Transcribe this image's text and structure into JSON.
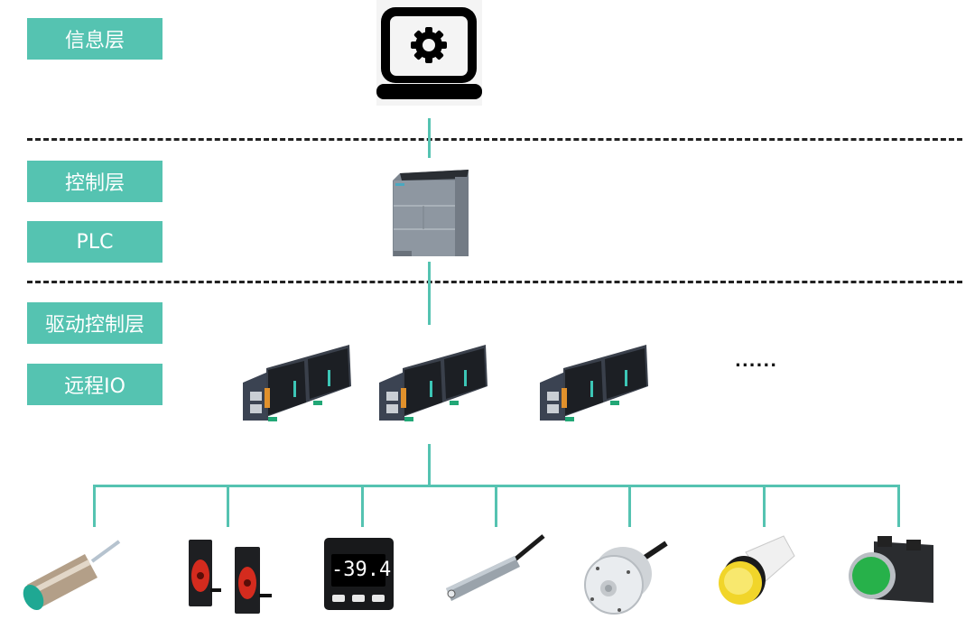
{
  "layers": [
    {
      "id": "info",
      "label": "信息层"
    },
    {
      "id": "control",
      "label": "控制层"
    },
    {
      "id": "plc",
      "label": "PLC"
    },
    {
      "id": "drive",
      "label": "驱动控制层"
    },
    {
      "id": "remote-io",
      "label": "远程IO"
    }
  ],
  "colors": {
    "accent": "#55c3b1",
    "divider": "#222222",
    "label_text": "#ffffff"
  },
  "nodes": {
    "info_device": {
      "icon": "laptop-gear-icon"
    },
    "plc_device": {
      "icon": "plc-icon"
    },
    "remote_io_modules": [
      {
        "icon": "remote-io-module-icon"
      },
      {
        "icon": "remote-io-module-icon"
      },
      {
        "icon": "remote-io-module-icon"
      }
    ],
    "more_indicator": "......",
    "field_devices": [
      {
        "icon": "inductive-proximity-sensor-icon"
      },
      {
        "icon": "photoelectric-sensor-icon"
      },
      {
        "icon": "pressure-sensor-icon",
        "display": "-39.4"
      },
      {
        "icon": "magnetic-switch-sensor-icon"
      },
      {
        "icon": "rotary-encoder-icon"
      },
      {
        "icon": "indicator-lamp-icon"
      },
      {
        "icon": "push-button-icon"
      }
    ]
  }
}
